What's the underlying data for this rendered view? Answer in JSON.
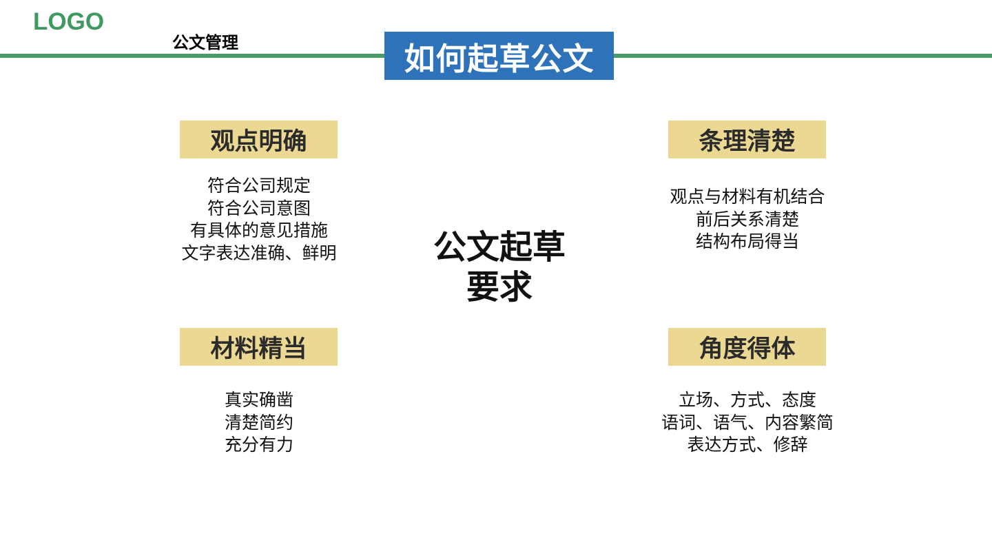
{
  "header": {
    "logo": "LOGO",
    "section_label": "公文管理",
    "title": "如何起草公文"
  },
  "center": {
    "line1": "公文起草",
    "line2": "要求"
  },
  "quadrants": [
    {
      "tag": "观点明确",
      "items": [
        "符合公司规定",
        "符合公司意图",
        "有具体的意见措施",
        "文字表达准确、鲜明"
      ]
    },
    {
      "tag": "条理清楚",
      "items": [
        "观点与材料有机结合",
        "前后关系清楚",
        "结构布局得当"
      ]
    },
    {
      "tag": "材料精当",
      "items": [
        "真实确凿",
        "清楚简约",
        "充分有力"
      ]
    },
    {
      "tag": "角度得体",
      "items": [
        "立场、方式、态度",
        "语词、语气、内容繁简",
        "表达方式、修辞"
      ]
    }
  ],
  "colors": {
    "accent_green": "#4c9a67",
    "title_blue": "#2e73b9",
    "tag_gold": "#ebd993"
  }
}
